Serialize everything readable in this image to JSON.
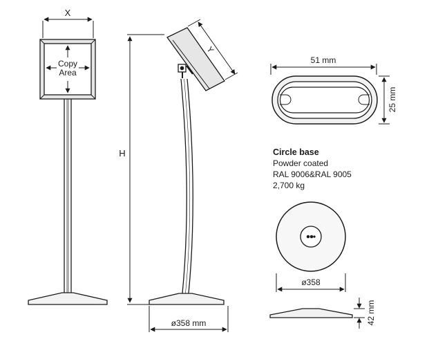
{
  "labels": {
    "width_x": "X",
    "copy_area_line1": "Copy",
    "copy_area_line2": "Area",
    "height_h": "H",
    "frame_y": "Y",
    "base_width": "ø358 mm",
    "slot_width": "51 mm",
    "slot_height": "25 mm",
    "base_title": "Circle base",
    "base_finish": "Powder coated",
    "base_ral": "RAL 9006&RAL 9005",
    "base_weight": "2,700 kg",
    "circle_diameter": "ø358",
    "base_thickness": "42 mm"
  },
  "colors": {
    "line": "#1a1a1a",
    "frame_fill": "#e6e6e6",
    "base_fill": "#f2f2f2"
  }
}
